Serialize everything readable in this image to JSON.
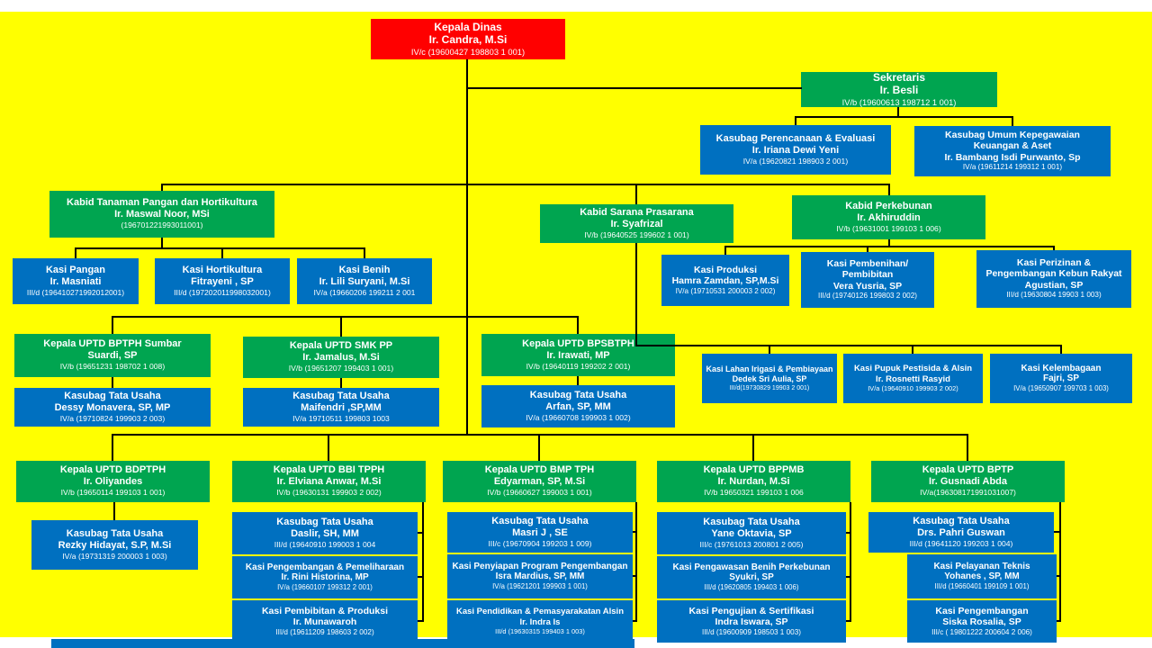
{
  "slide": {
    "background": "#FFFF00",
    "colors": {
      "head": "#FF0000",
      "manager": "#00A550",
      "staff": "#0070C0",
      "connector": "#000000",
      "text": "#FFFFFF"
    }
  },
  "boxes": {
    "kepala-dinas": {
      "lines": [
        "Kepala Dinas",
        "Ir. Candra, M.Si",
        "IV/c  (19600427  198803 1 001)"
      ]
    },
    "sekretaris": {
      "lines": [
        "Sekretaris",
        "Ir. Besli",
        "IV/b  (19600613 198712 1 001)"
      ]
    },
    "kasubag-perencanaan": {
      "lines": [
        "Kasubag Perencanaan & Evaluasi",
        "Ir. Iriana Dewi Yeni",
        "IV/a (19620821 198903 2 001)"
      ]
    },
    "kasubag-umum": {
      "lines": [
        "Kasubag Umum Kepegawaian",
        "Keuangan & Aset",
        "Ir. Bambang Isdi Purwanto, Sp",
        "IV/a (19611214 199312 1 001)"
      ]
    },
    "kabid-tanaman": {
      "lines": [
        "Kabid Tanaman Pangan dan Hortikultura",
        "Ir. Maswal Noor, MSi",
        "(196701221993011001)"
      ]
    },
    "kabid-sarana": {
      "lines": [
        "Kabid Sarana Prasarana",
        "Ir. Syafrizal",
        "IV/b (19640525 199602 1 001)"
      ]
    },
    "kabid-perkebunan": {
      "lines": [
        "Kabid Perkebunan",
        "Ir. Akhiruddin",
        "IV/b (19631001 199103 1 006)"
      ]
    },
    "kasi-pangan": {
      "lines": [
        "Kasi Pangan",
        "Ir. Masniati",
        "III/d (196410271992012001)"
      ]
    },
    "kasi-hortikultura": {
      "lines": [
        "Kasi Hortikultura",
        "Fitrayeni , SP",
        "III/d (197202011998032001)"
      ]
    },
    "kasi-benih": {
      "lines": [
        "Kasi Benih",
        "Ir. Lili Suryani, M.Si",
        "IV/a (19660206 199211 2 001"
      ]
    },
    "kasi-produksi": {
      "lines": [
        "Kasi Produksi",
        "Hamra Zamdan, SP,M.Si",
        "IV/a (19710531 200003 2 002)"
      ]
    },
    "kasi-pembenihan": {
      "lines": [
        "Kasi Pembenihan/",
        "Pembibitan",
        "Vera Yusria, SP",
        "III/d (19740126 199803 2 002)"
      ]
    },
    "kasi-perizinan": {
      "lines": [
        "Kasi Perizinan &",
        "Pengembangan Kebun Rakyat",
        "Agustian, SP",
        "III/d (19630804 19903 1 003)"
      ]
    },
    "uptd-bptph-sumbar": {
      "lines": [
        "Kepala UPTD  BPTPH Sumbar",
        "Suardi, SP",
        "IV/b (19651231 198702 1 008)"
      ]
    },
    "tu-dessy": {
      "lines": [
        "Kasubag Tata Usaha",
        "Dessy Monavera, SP, MP",
        "IV/a (19710824 199903 2 003)"
      ]
    },
    "uptd-smk-pp": {
      "lines": [
        "Kepala UPTD SMK  PP",
        "Ir. Jamalus, M.Si",
        "IV/b (19651207 199403 1 001)"
      ]
    },
    "tu-maifendri": {
      "lines": [
        "Kasubag Tata Usaha",
        "Maifendri ,SP,MM",
        "IV/a 19710511 199803 1003"
      ]
    },
    "uptd-bpsbtph": {
      "lines": [
        "Kepala UPTD  BPSBTPH",
        "Ir. Irawati, MP",
        "IV/b (19640119 199202 2 001)"
      ]
    },
    "tu-arfan": {
      "lines": [
        "Kasubag Tata Usaha",
        "Arfan, SP, MM",
        "IV/a (19660708 199903 1 002)"
      ]
    },
    "kasi-lahan": {
      "lines": [
        "Kasi Lahan  Irigasi & Pembiayaan",
        "Dedek Sri Aulia, SP",
        "III/d(19730829  19903  2 001)"
      ]
    },
    "kasi-pupuk": {
      "lines": [
        "Kasi Pupuk Pestisida  & Alsin",
        "Ir. Rosnetti  Rasyid",
        "IV/a (19640910 199903 2 002)"
      ]
    },
    "kasi-kelembagaan": {
      "lines": [
        "Kasi Kelembagaan",
        "Fajri, SP",
        "IV/a (19650907 199703 1 003)"
      ]
    },
    "uptd-bdptph": {
      "lines": [
        "Kepala UPTD BDPTPH",
        "Ir. Oliyandes",
        "IV/b (19650114 199103 1 001)"
      ]
    },
    "tu-rezky": {
      "lines": [
        "Kasubag Tata Usaha",
        "Rezky Hidayat, S.P,  M.Si",
        "IV/a (19731319 200003 1 003)"
      ]
    },
    "uptd-bbi-tpph": {
      "lines": [
        "Kepala UPTD BBI TPPH",
        "Ir. Elviana Anwar, M.Si",
        "IV/b (19630131 199903 2 002)"
      ]
    },
    "tu-daslir": {
      "lines": [
        "Kasubag Tata Usaha",
        "Daslir, SH, MM",
        "III/d (19640910 199003 1 004"
      ]
    },
    "kasi-pengembangan-pemeliharaan": {
      "lines": [
        "Kasi Pengembangan  & Pemeliharaan",
        "Ir. Rini Historina,  MP",
        "IV/a (19660107 199312 2 001)"
      ]
    },
    "kasi-pembibitan-produksi": {
      "lines": [
        "Kasi Pembibitan  & Produksi",
        "Ir. Munawaroh",
        "III/d (19611209 198603 2 002)"
      ]
    },
    "uptd-bmp-tph": {
      "lines": [
        "Kepala UPTD BMP TPH",
        "Edyarman, SP, M.Si",
        "IV/b (19660627 199003 1 001)"
      ]
    },
    "tu-masri": {
      "lines": [
        "Kasubag Tata Usaha",
        "Masri J , SE",
        "III/c  (19670904 199203 1 009)"
      ]
    },
    "kasi-penyiapan-program": {
      "lines": [
        "Kasi Penyiapan Program Pengembangan",
        "Isra Mardius, SP, MM",
        "IV/a (19621201 199903 1 001)"
      ]
    },
    "kasi-pendidikan-pemasyarakatan": {
      "lines": [
        "Kasi Pendidikan  & Pemasyarakatan  Alsin",
        "Ir. Indra Is",
        "III/d (19630315 199403 1 003)"
      ]
    },
    "uptd-bppmb": {
      "lines": [
        "Kepala UPTD  BPPMB",
        "Ir. Nurdan, M.Si",
        "IV/b 19650321 199103 1 006"
      ]
    },
    "tu-yane": {
      "lines": [
        "Kasubag Tata Usaha",
        "Yane Oktavia, SP",
        "III/c (19761013 200801 2 005)"
      ]
    },
    "kasi-pengawasan-benih": {
      "lines": [
        "Kasi Pengawasan  Benih  Perkebunan",
        "Syukri, SP",
        "III/d (19620805 199403 1 006)"
      ]
    },
    "kasi-pengujian-sertifikasi": {
      "lines": [
        "Kasi Pengujian & Sertifikasi",
        "Indra Iswara, SP",
        "III/d (19600909 198503 1 003)"
      ]
    },
    "uptd-bptp": {
      "lines": [
        "Kepala UPTD BPTP",
        "Ir. Gusnadi Abda",
        "IV/a(196308171991031007)"
      ]
    },
    "tu-pahri": {
      "lines": [
        "Kasubag Tata Usaha",
        "Drs. Pahri Guswan",
        "III/d  (19641120 199203 1 004)"
      ]
    },
    "kasi-pelayanan-teknis": {
      "lines": [
        "Kasi Pelayanan Teknis",
        "Yohanes , SP, MM",
        "III/d (19660401 199109 1 001)"
      ]
    },
    "kasi-pengembangan-bptp": {
      "lines": [
        "Kasi Pengembangan",
        "Siska Rosalia, SP",
        "III/c  ( 19801222 200604 2 006)"
      ]
    },
    "bottom-partial": {
      "lines": []
    }
  }
}
